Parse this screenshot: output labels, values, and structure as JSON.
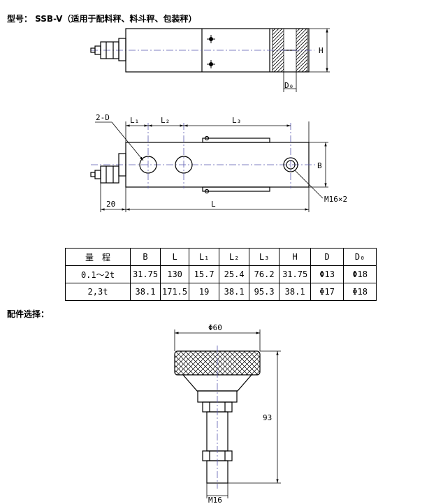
{
  "captions": {
    "model": "型号： SSB-V（适用于配料秤、料斗秤、包装秤）",
    "accessory": "配件选择："
  },
  "top_view": {
    "dim_h": "H",
    "dim_d0": "D₀"
  },
  "side_view": {
    "hole_label": "2-D",
    "dim_l1": "L₁",
    "dim_l2": "L₂",
    "dim_l3": "L₃",
    "dim_b": "B",
    "dim_20": "20",
    "dim_l": "L",
    "thread_label": "M16×2"
  },
  "spec_table": {
    "headers": [
      "量　程",
      "B",
      "L",
      "L₁",
      "L₂",
      "L₃",
      "H",
      "D",
      "D₀"
    ],
    "rows": [
      [
        "0.1～2t",
        "31.75",
        "130",
        "15.7",
        "25.4",
        "76.2",
        "31.75",
        "Φ13",
        "Φ18"
      ],
      [
        "2,3t",
        "38.1",
        "171.5",
        "19",
        "38.1",
        "95.3",
        "38.1",
        "Φ17",
        "Φ18"
      ]
    ]
  },
  "foot": {
    "dim_diameter": "Φ60",
    "dim_height": "93",
    "dim_thread": "M16"
  }
}
